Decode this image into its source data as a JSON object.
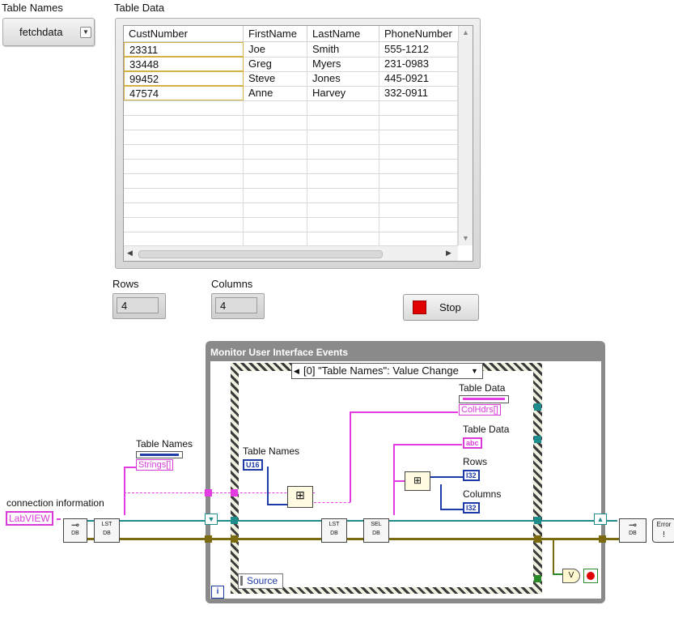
{
  "front_panel": {
    "table_names_label": "Table Names",
    "table_names_value": "fetchdata",
    "table_data_label": "Table Data",
    "columns": [
      "CustNumber",
      "FirstName",
      "LastName",
      "PhoneNumber"
    ],
    "rows": [
      [
        "23311",
        "Joe",
        "Smith",
        "555-1212"
      ],
      [
        "33448",
        "Greg",
        "Myers",
        "231-0983"
      ],
      [
        "99452",
        "Steve",
        "Jones",
        "445-0921"
      ],
      [
        "47574",
        "Anne",
        "Harvey",
        "332-0911"
      ]
    ],
    "rows_label": "Rows",
    "rows_value": "4",
    "columns_label": "Columns",
    "columns_value": "4",
    "stop_label": "Stop"
  },
  "block_diagram": {
    "event_structure_title": "Monitor User Interface Events",
    "event_case": "[0] \"Table Names\": Value Change",
    "connection_label": "connection information",
    "connection_value": "LabVIEW",
    "table_names_node_label": "Table Names",
    "table_names_prop": "Strings[]",
    "table_data_node1_label": "Table Data",
    "table_data_prop": "ColHdrs[]",
    "table_data_node2_label": "Table Data",
    "table_data_type": "abc",
    "table_names_terminal_label": "Table Names",
    "table_names_terminal_type": "U16",
    "rows_terminal_label": "Rows",
    "rows_terminal_type": "I32",
    "columns_terminal_label": "Columns",
    "columns_terminal_type": "I32",
    "source_label": "Source",
    "iteration_label": "i",
    "error_label": "Error",
    "lst_label": "LST",
    "sel_label": "SEL",
    "db_label": "DB",
    "or_label": "V"
  },
  "colors": {
    "string_wire": "#e23ce2",
    "ref_wire": "#1f8c8c",
    "error_wire": "#7a6a10",
    "numeric_wire": "#1f3ba8",
    "stop_button": "#e00000"
  }
}
